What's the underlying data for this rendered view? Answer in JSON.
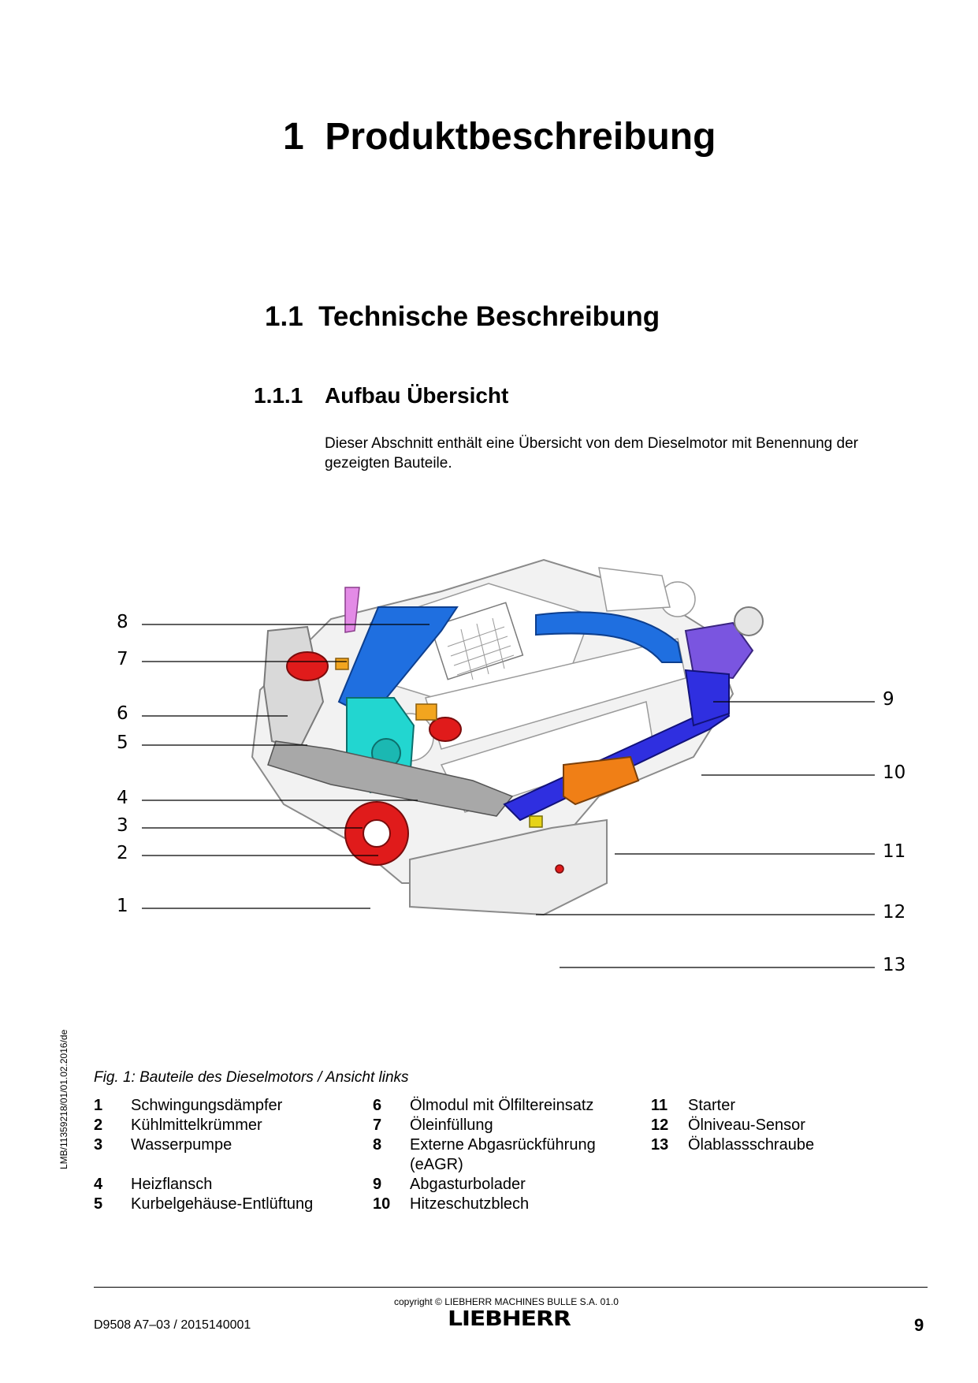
{
  "chapter": {
    "number": "1",
    "title": "Produktbeschreibung"
  },
  "section": {
    "number": "1.1",
    "title": "Technische Beschreibung"
  },
  "subsection": {
    "number": "1.1.1",
    "title": "Aufbau Übersicht"
  },
  "intro": "Dieser Abschnitt enthält eine Übersicht von dem Dieselmotor mit Benennung der gezeigten Bauteile.",
  "figure": {
    "callouts_left": [
      "8",
      "7",
      "6",
      "5",
      "4",
      "3",
      "2",
      "1"
    ],
    "callouts_right": [
      "9",
      "10",
      "11",
      "12",
      "13"
    ],
    "caption": "Fig. 1: Bauteile des Dieselmotors / Ansicht links",
    "part_colors": {
      "egr_pipe": "#1f6fe0",
      "oil_fill": "#e38be6",
      "breather": "#e01b1b",
      "water_pump": "#22d6d0",
      "heat_flange": "#f2a51f",
      "turbo": "#7a55e0",
      "heat_shield": "#2f2fe0",
      "starter": "#f07f16",
      "oil_sensor": "#e6d317",
      "drain_plug": "#e01b1b"
    }
  },
  "legend": [
    {
      "n": "1",
      "label": "Schwingungsdämpfer"
    },
    {
      "n": "2",
      "label": "Kühlmittelkrümmer"
    },
    {
      "n": "3",
      "label": "Wasserpumpe"
    },
    {
      "n": "4",
      "label": "Heizflansch"
    },
    {
      "n": "5",
      "label": "Kurbelgehäuse-Entlüftung"
    },
    {
      "n": "6",
      "label": "Ölmodul mit Ölfiltereinsatz"
    },
    {
      "n": "7",
      "label": "Öleinfüllung"
    },
    {
      "n": "8",
      "label": "Externe Abgasrückführung",
      "label2": "(eAGR)"
    },
    {
      "n": "9",
      "label": "Abgasturbolader"
    },
    {
      "n": "10",
      "label": "Hitzeschutzblech"
    },
    {
      "n": "11",
      "label": "Starter"
    },
    {
      "n": "12",
      "label": "Ölniveau-Sensor"
    },
    {
      "n": "13",
      "label": "Ölablassschraube"
    }
  ],
  "side_code": "LMB/11359218/01/01.02.2016/de",
  "footer": {
    "copyright": "copyright © LIEBHERR MACHINES BULLE S.A. 01.0",
    "doc_id": "D9508 A7–03 / 2015140001",
    "logo": "LIEBHERR",
    "page": "9"
  }
}
